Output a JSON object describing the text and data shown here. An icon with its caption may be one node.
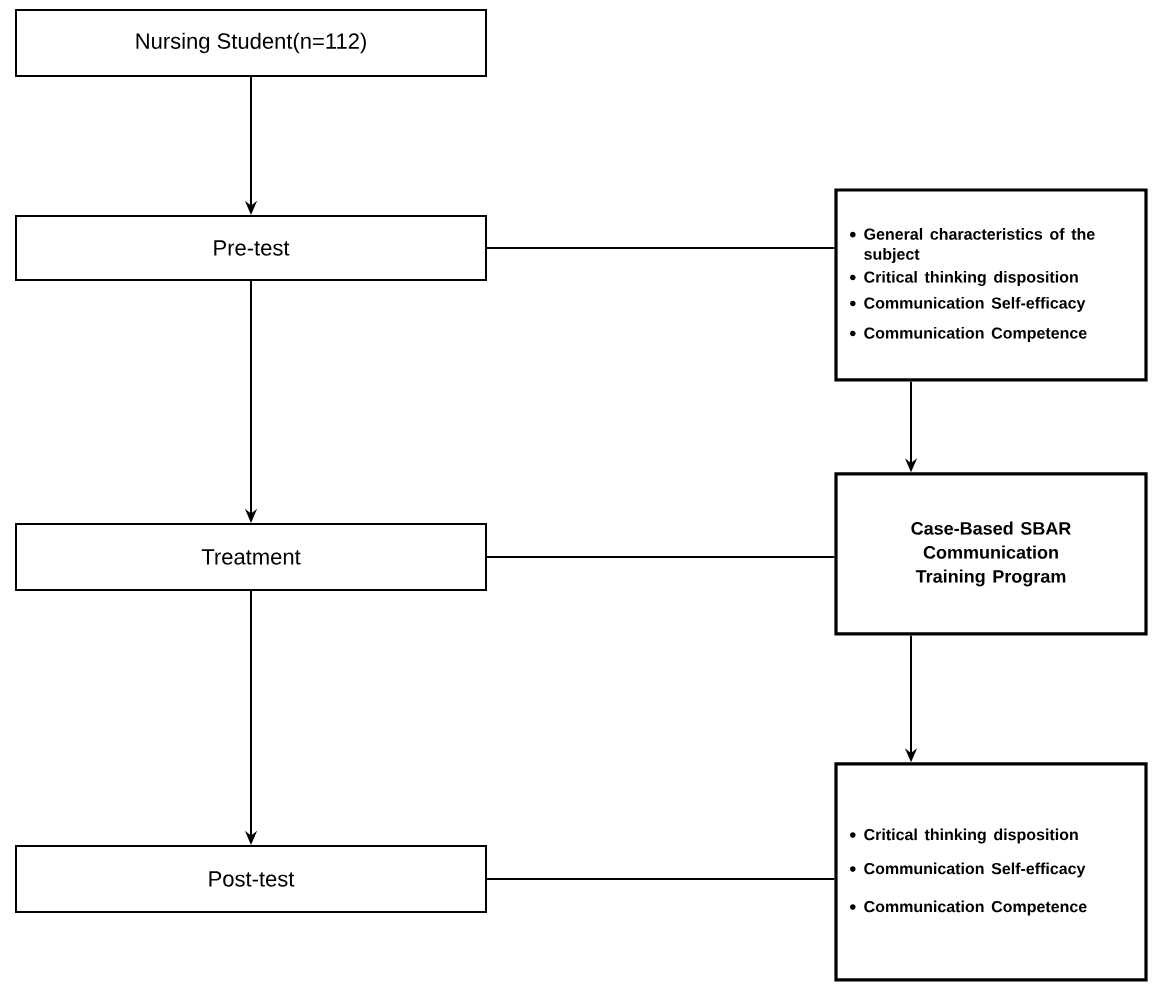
{
  "diagram": {
    "nodes": [
      {
        "text": [
          "Nursing Student(n=112)"
        ]
      },
      {
        "text": [
          "Pre-test"
        ]
      },
      {
        "text": [
          "General characteristics of the subject",
          "Critical thinking disposition",
          "Communication Self-efficacy",
          "Communication Competence"
        ]
      },
      {
        "text": [
          "Treatment"
        ]
      },
      {
        "text": [
          "Case-Based SBAR Communication Training Program"
        ]
      },
      {
        "text": [
          "Post-test"
        ]
      },
      {
        "text": [
          "Critical thinking disposition",
          "Communication Self-efficacy",
          "Communication Competence"
        ]
      }
    ],
    "edges": [
      {
        "from": 0,
        "to": 1,
        "arrow": "to"
      },
      {
        "from": 1,
        "to": 2,
        "arrow": "none"
      },
      {
        "from": 1,
        "to": 3,
        "arrow": "to"
      },
      {
        "from": 2,
        "to": 4,
        "arrow": "to"
      },
      {
        "from": 3,
        "to": 4,
        "arrow": "none"
      },
      {
        "from": 3,
        "to": 5,
        "arrow": "to"
      },
      {
        "from": 4,
        "to": 6,
        "arrow": "to"
      },
      {
        "from": 5,
        "to": 6,
        "arrow": "none"
      }
    ]
  }
}
